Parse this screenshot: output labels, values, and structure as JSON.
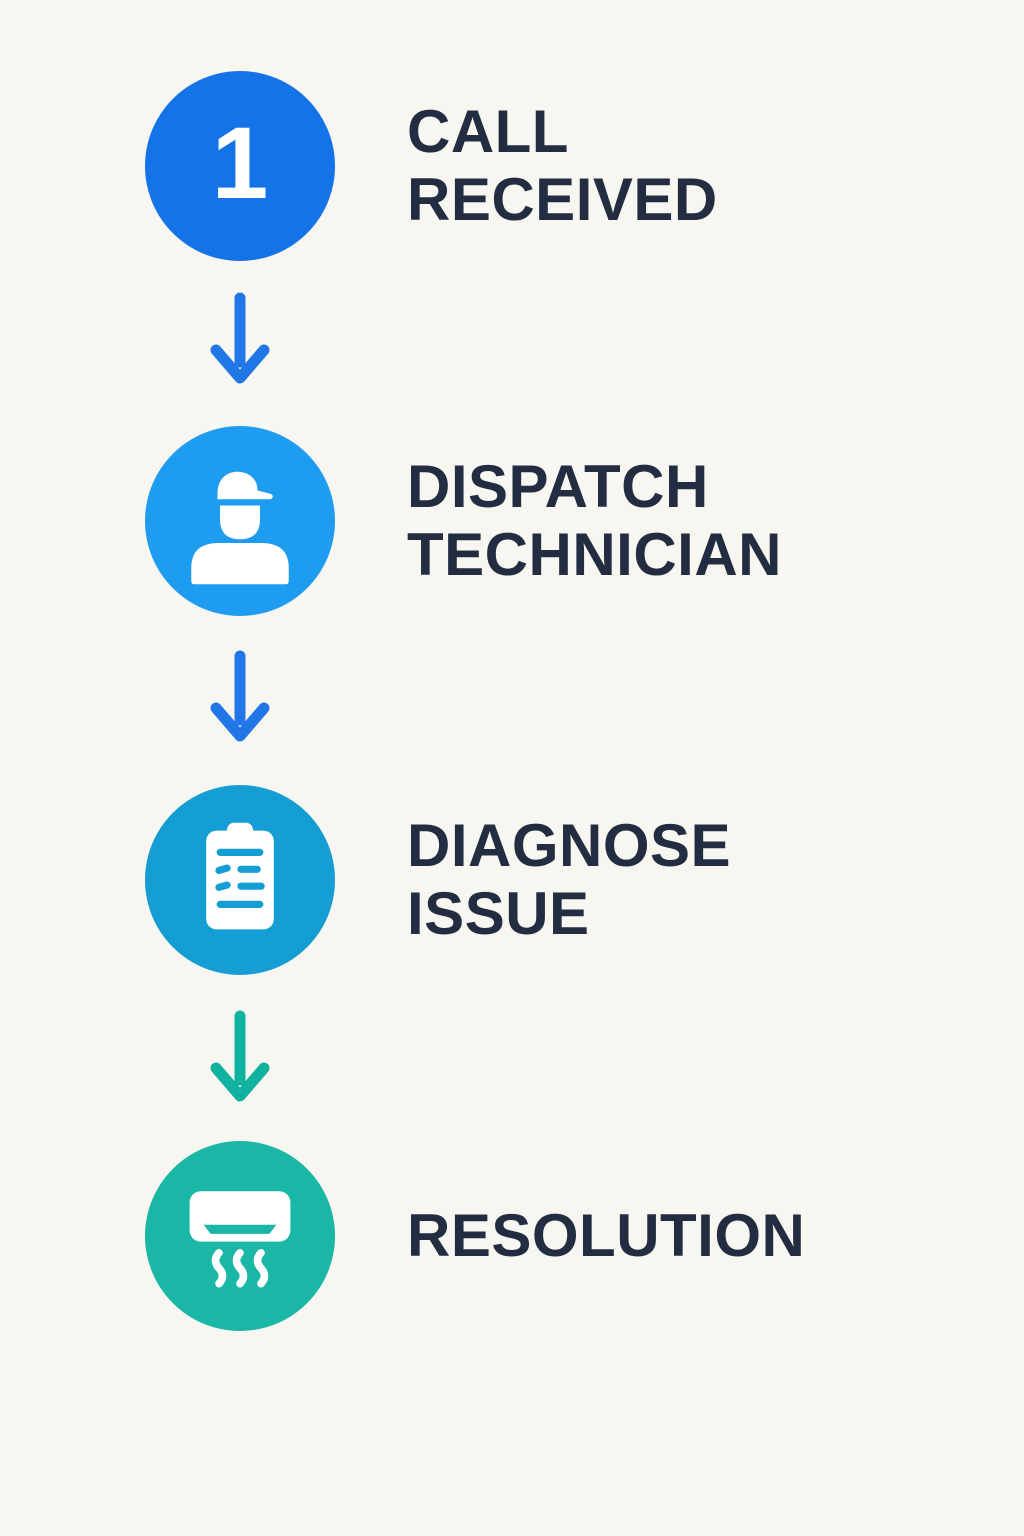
{
  "page": {
    "background_color": "#f8f6f0",
    "title_text_color": "#232d42"
  },
  "steps": [
    {
      "name": "call-received",
      "badge": "1",
      "line1": "CALL",
      "line2": "RECEIVED",
      "icon": "number-1-badge",
      "circle_color": "#1473e6"
    },
    {
      "name": "dispatch-technician",
      "line1": "DISPATCH",
      "line2": "TECHNICIAN",
      "icon": "technician-icon",
      "circle_color": "#1e9cf0"
    },
    {
      "name": "diagnose-issue",
      "line1": "DIAGNOSE",
      "line2": "ISSUE",
      "icon": "clipboard-icon",
      "circle_color": "#149ed4"
    },
    {
      "name": "resolution",
      "line1": "RESOLUTION",
      "icon": "air-conditioner-icon",
      "circle_color": "#1bb7a6"
    }
  ],
  "arrows": [
    {
      "name": "arrow-1",
      "color": "#2277e8"
    },
    {
      "name": "arrow-2",
      "color": "#2277e8"
    },
    {
      "name": "arrow-3",
      "color": "#12b2a1"
    }
  ]
}
